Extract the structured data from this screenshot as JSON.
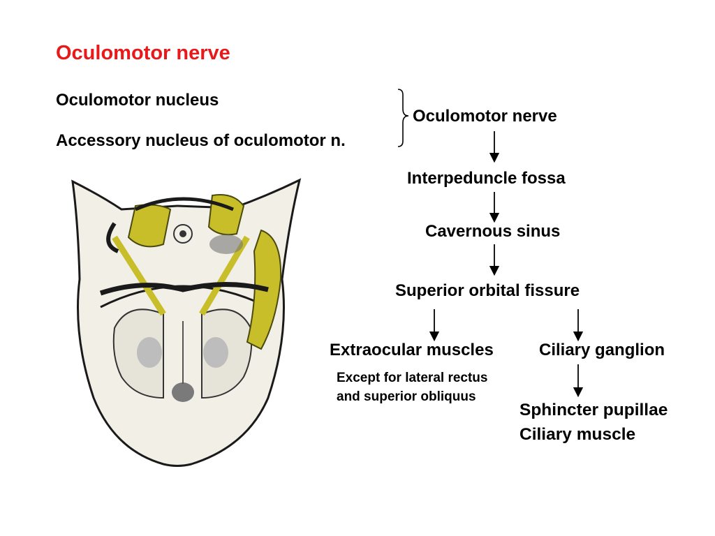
{
  "title": "Oculomotor nerve",
  "nuclei": [
    "Oculomotor nucleus",
    "Accessory nucleus of oculomotor n."
  ],
  "pathway": {
    "nerve": "Oculomotor nerve",
    "step1": "Interpeduncle fossa",
    "step2": "Cavernous sinus",
    "step3": "Superior orbital fissure",
    "left_branch": {
      "label": "Extraocular muscles",
      "note_line1": "Except for lateral rectus",
      "note_line2": "and superior obliquus"
    },
    "right_branch": {
      "label": "Ciliary ganglion",
      "targets": [
        "Sphincter pupillae",
        "Ciliary muscle"
      ]
    }
  },
  "illustration": {
    "subject": "brainstem-cross-section-icon",
    "nerve_color": "#c8be2a",
    "outline_color": "#1a1a1a"
  },
  "colors": {
    "title": "#e8191a",
    "text": "#000000"
  }
}
